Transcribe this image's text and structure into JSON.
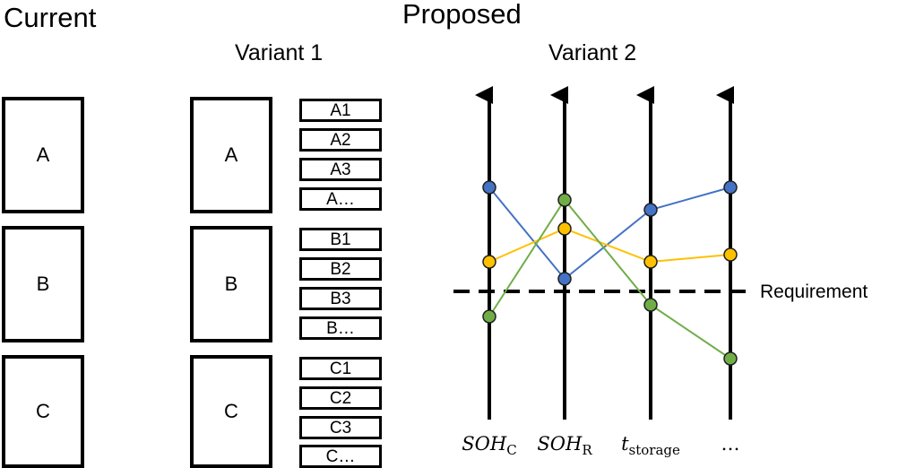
{
  "headings": {
    "current": "Current",
    "proposed": "Proposed",
    "variant1": "Variant 1",
    "variant2": "Variant 2"
  },
  "current_boxes": [
    "A",
    "B",
    "C"
  ],
  "variant1": {
    "groups": [
      {
        "label": "A",
        "items": [
          "A1",
          "A2",
          "A3",
          "A…"
        ]
      },
      {
        "label": "B",
        "items": [
          "B1",
          "B2",
          "B3",
          "B…"
        ]
      },
      {
        "label": "C",
        "items": [
          "C1",
          "C2",
          "C3",
          "C…"
        ]
      }
    ]
  },
  "variant2": {
    "requirement_label": "Requirement",
    "axes": [
      {
        "main": "SOH",
        "sub": "C",
        "italic_main": true
      },
      {
        "main": "SOH",
        "sub": "R",
        "italic_main": true
      },
      {
        "main": "t",
        "sub": "storage",
        "italic_main": true
      },
      {
        "main": "…",
        "sub": "",
        "italic_main": false
      }
    ],
    "series": [
      {
        "color": "#4472c4",
        "values": [
          209,
          311,
          234,
          209
        ]
      },
      {
        "color": "#ffc000",
        "values": [
          292,
          255,
          292,
          284
        ]
      },
      {
        "color": "#70ad47",
        "values": [
          353,
          223,
          340,
          400
        ]
      }
    ],
    "requirement_level": 325
  }
}
